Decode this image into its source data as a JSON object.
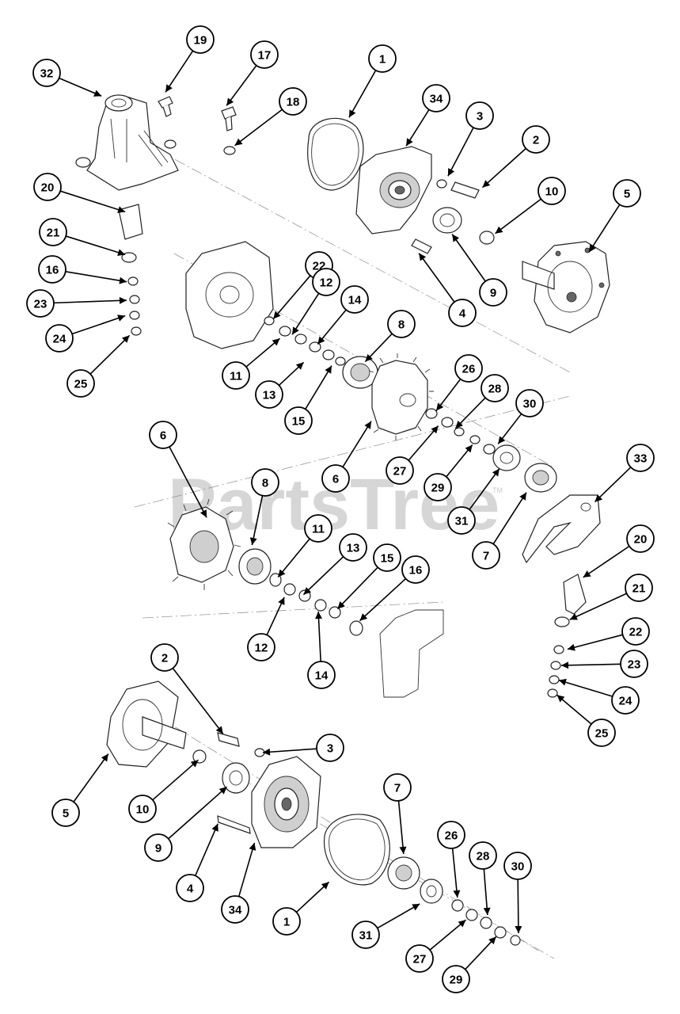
{
  "watermark": {
    "text": "PartsTree",
    "mark": "TM"
  },
  "callouts": [
    {
      "label": "19"
    },
    {
      "label": "32"
    },
    {
      "label": "17"
    },
    {
      "label": "1"
    },
    {
      "label": "18"
    },
    {
      "label": "34"
    },
    {
      "label": "3"
    },
    {
      "label": "2"
    },
    {
      "label": "20"
    },
    {
      "label": "10"
    },
    {
      "label": "5"
    },
    {
      "label": "21"
    },
    {
      "label": "22"
    },
    {
      "label": "16"
    },
    {
      "label": "12"
    },
    {
      "label": "9"
    },
    {
      "label": "23"
    },
    {
      "label": "14"
    },
    {
      "label": "4"
    },
    {
      "label": "24"
    },
    {
      "label": "8"
    },
    {
      "label": "11"
    },
    {
      "label": "25"
    },
    {
      "label": "13"
    },
    {
      "label": "26"
    },
    {
      "label": "15"
    },
    {
      "label": "28"
    },
    {
      "label": "6"
    },
    {
      "label": "30"
    },
    {
      "label": "27"
    },
    {
      "label": "6"
    },
    {
      "label": "8"
    },
    {
      "label": "29"
    },
    {
      "label": "33"
    },
    {
      "label": "31"
    },
    {
      "label": "11"
    },
    {
      "label": "7"
    },
    {
      "label": "13"
    },
    {
      "label": "20"
    },
    {
      "label": "15"
    },
    {
      "label": "16"
    },
    {
      "label": "21"
    },
    {
      "label": "22"
    },
    {
      "label": "12"
    },
    {
      "label": "23"
    },
    {
      "label": "14"
    },
    {
      "label": "2"
    },
    {
      "label": "24"
    },
    {
      "label": "25"
    },
    {
      "label": "3"
    },
    {
      "label": "7"
    },
    {
      "label": "5"
    },
    {
      "label": "10"
    },
    {
      "label": "26"
    },
    {
      "label": "28"
    },
    {
      "label": "30"
    },
    {
      "label": "9"
    },
    {
      "label": "4"
    },
    {
      "label": "34"
    },
    {
      "label": "1"
    },
    {
      "label": "31"
    },
    {
      "label": "27"
    },
    {
      "label": "29"
    }
  ]
}
